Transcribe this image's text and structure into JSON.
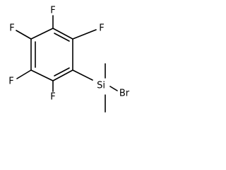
{
  "molecule": {
    "atoms": {
      "f_top": "F",
      "f_upper_left": "F",
      "f_upper_right": "F",
      "f_lower_left": "F",
      "f_bottom": "F",
      "silicon": "Si",
      "bromine": "Br"
    }
  },
  "colors": {
    "bond": "#000000",
    "label": "#000000",
    "background": "#ffffff"
  }
}
